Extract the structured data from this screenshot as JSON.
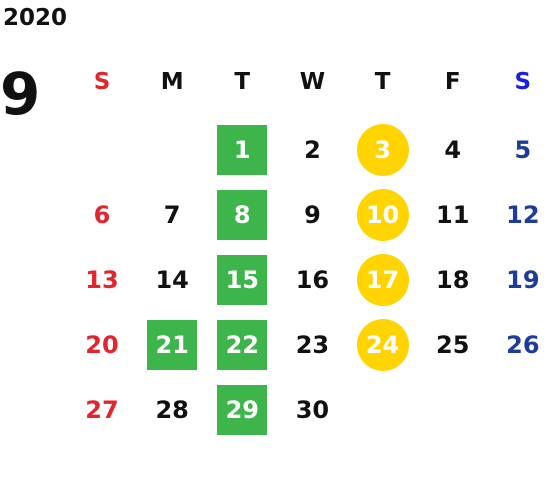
{
  "calendar": {
    "year": "2020",
    "month": "9",
    "weekdays": [
      {
        "label": "S",
        "color": "#e3262d"
      },
      {
        "label": "M",
        "color": "#111111"
      },
      {
        "label": "T",
        "color": "#111111"
      },
      {
        "label": "W",
        "color": "#111111"
      },
      {
        "label": "T",
        "color": "#111111"
      },
      {
        "label": "F",
        "color": "#111111"
      },
      {
        "label": "S",
        "color": "#1b1fe0"
      }
    ],
    "weeks": [
      [
        null,
        null,
        {
          "day": "1",
          "color": "#ffffff",
          "box": "#3db54a"
        },
        {
          "day": "2",
          "color": "#111111"
        },
        {
          "day": "3",
          "color": "#ffffff",
          "circle": "#ffd400"
        },
        {
          "day": "4",
          "color": "#111111"
        },
        {
          "day": "5",
          "color": "#1e3d99"
        }
      ],
      [
        {
          "day": "6",
          "color": "#e3262d"
        },
        {
          "day": "7",
          "color": "#111111"
        },
        {
          "day": "8",
          "color": "#ffffff",
          "box": "#3db54a"
        },
        {
          "day": "9",
          "color": "#111111"
        },
        {
          "day": "10",
          "color": "#ffffff",
          "circle": "#ffd400"
        },
        {
          "day": "11",
          "color": "#111111"
        },
        {
          "day": "12",
          "color": "#1e3d99"
        }
      ],
      [
        {
          "day": "13",
          "color": "#e3262d"
        },
        {
          "day": "14",
          "color": "#111111"
        },
        {
          "day": "15",
          "color": "#ffffff",
          "box": "#3db54a"
        },
        {
          "day": "16",
          "color": "#111111"
        },
        {
          "day": "17",
          "color": "#ffffff",
          "circle": "#ffd400"
        },
        {
          "day": "18",
          "color": "#111111"
        },
        {
          "day": "19",
          "color": "#1e3d99"
        }
      ],
      [
        {
          "day": "20",
          "color": "#e3262d"
        },
        {
          "day": "21",
          "color": "#ffffff",
          "box": "#3db54a"
        },
        {
          "day": "22",
          "color": "#ffffff",
          "box": "#3db54a"
        },
        {
          "day": "23",
          "color": "#111111"
        },
        {
          "day": "24",
          "color": "#ffffff",
          "circle": "#ffd400"
        },
        {
          "day": "25",
          "color": "#111111"
        },
        {
          "day": "26",
          "color": "#1e3d99"
        }
      ],
      [
        {
          "day": "27",
          "color": "#e3262d"
        },
        {
          "day": "28",
          "color": "#111111"
        },
        {
          "day": "29",
          "color": "#ffffff",
          "box": "#3db54a"
        },
        {
          "day": "30",
          "color": "#111111"
        },
        null,
        null,
        null
      ]
    ]
  }
}
